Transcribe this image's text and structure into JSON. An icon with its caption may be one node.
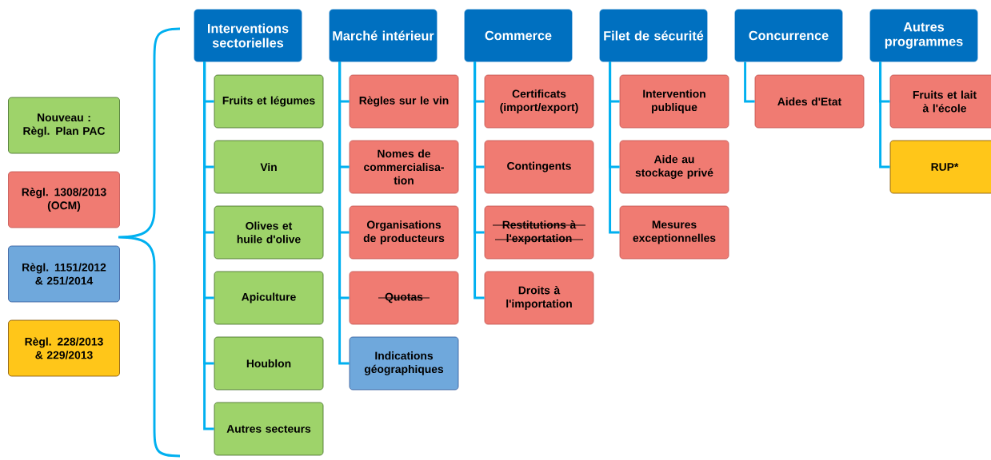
{
  "diagram": {
    "nodes": [
      {
        "text": [
          "Interventions sectorielles"
        ]
      },
      {
        "text": [
          "Fruits et légumes"
        ]
      },
      {
        "text": [
          "Vin"
        ]
      },
      {
        "text": [
          "Olives et huile d'olive"
        ]
      },
      {
        "text": [
          "Apiculture"
        ]
      },
      {
        "text": [
          "Houblon"
        ]
      },
      {
        "text": [
          "Autres secteurs"
        ]
      },
      {
        "text": [
          "Marché intérieur"
        ]
      },
      {
        "text": [
          "Règles sur le vin"
        ]
      },
      {
        "text": [
          "Nomes de commercialisa- tion"
        ]
      },
      {
        "text": [
          "Organisations de producteurs"
        ]
      },
      {
        "text": [
          "Quotas"
        ]
      },
      {
        "text": [
          "Indications géographiques"
        ]
      },
      {
        "text": [
          "Commerce"
        ]
      },
      {
        "text": [
          "Certificats (import/export)"
        ]
      },
      {
        "text": [
          "Contingents"
        ]
      },
      {
        "text": [
          "Restitutions à l'exportation"
        ]
      },
      {
        "text": [
          "Droits à l'importation"
        ]
      },
      {
        "text": [
          "Filet de sécurité"
        ]
      },
      {
        "text": [
          "Intervention publique"
        ]
      },
      {
        "text": [
          "Aide au stockage privé"
        ]
      },
      {
        "text": [
          "Mesures exceptionnelles"
        ]
      },
      {
        "text": [
          "Concurrence"
        ]
      },
      {
        "text": [
          "Aides d'Etat"
        ]
      },
      {
        "text": [
          "Autres programmes"
        ]
      },
      {
        "text": [
          "Fruits et lait à l'école"
        ]
      },
      {
        "text": [
          "RUP*"
        ]
      }
    ],
    "edges": [
      {
        "from": 0,
        "to": 1,
        "arrow": "none"
      },
      {
        "from": 0,
        "to": 2,
        "arrow": "none"
      },
      {
        "from": 0,
        "to": 3,
        "arrow": "none"
      },
      {
        "from": 0,
        "to": 4,
        "arrow": "none"
      },
      {
        "from": 0,
        "to": 5,
        "arrow": "none"
      },
      {
        "from": 0,
        "to": 6,
        "arrow": "none"
      },
      {
        "from": 7,
        "to": 8,
        "arrow": "none"
      },
      {
        "from": 7,
        "to": 9,
        "arrow": "none"
      },
      {
        "from": 7,
        "to": 10,
        "arrow": "none"
      },
      {
        "from": 7,
        "to": 11,
        "arrow": "none"
      },
      {
        "from": 7,
        "to": 12,
        "arrow": "none"
      },
      {
        "from": 13,
        "to": 14,
        "arrow": "none"
      },
      {
        "from": 13,
        "to": 15,
        "arrow": "none"
      },
      {
        "from": 13,
        "to": 16,
        "arrow": "none"
      },
      {
        "from": 13,
        "to": 17,
        "arrow": "none"
      },
      {
        "from": 18,
        "to": 19,
        "arrow": "none"
      },
      {
        "from": 18,
        "to": 20,
        "arrow": "none"
      },
      {
        "from": 18,
        "to": 21,
        "arrow": "none"
      },
      {
        "from": 22,
        "to": 23,
        "arrow": "none"
      },
      {
        "from": 24,
        "to": 25,
        "arrow": "none"
      },
      {
        "from": 24,
        "to": 26,
        "arrow": "none"
      }
    ],
    "legend": [
      {
        "text": "Nouveau : Règl. Plan PAC",
        "color": "#9ed36a"
      },
      {
        "text": "Règl. 1308/2013 (OCM)",
        "color": "#f07b72"
      },
      {
        "text": "Règl. 1151/2012 & 251/2014",
        "color": "#6fa8dc"
      },
      {
        "text": "Règl. 228/2013 & 229/2013",
        "color": "#ffc619"
      }
    ]
  }
}
